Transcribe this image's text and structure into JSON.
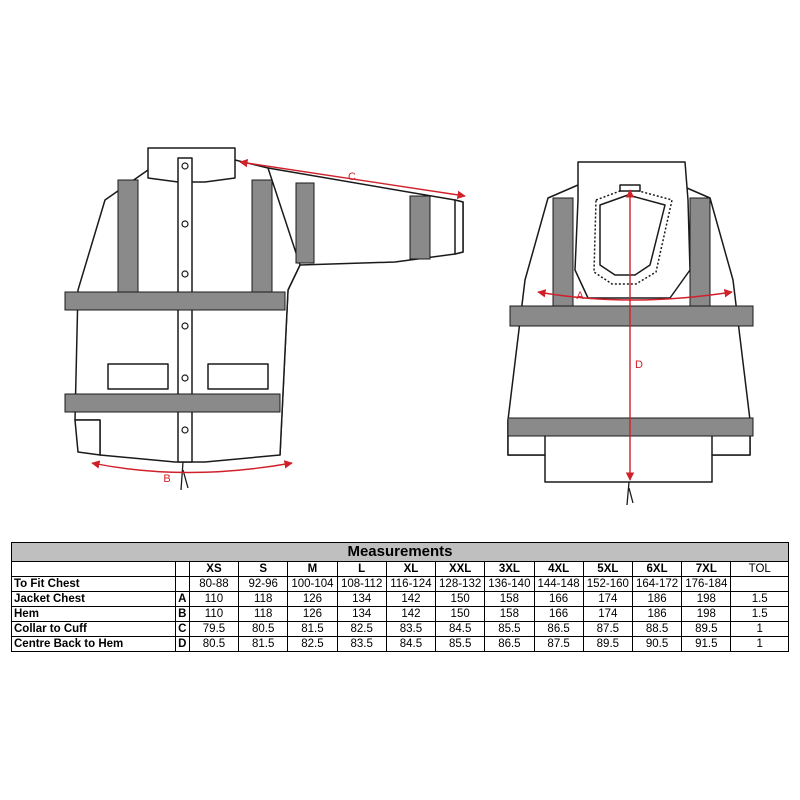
{
  "diagram": {
    "front_labels": {
      "collar_to_cuff": "C",
      "hem": "B"
    },
    "back_labels": {
      "jacket_chest": "A",
      "centre_back": "D"
    },
    "colors": {
      "outline": "#1a1a1a",
      "stripe": "#8a8a8a",
      "measure": "#d0202a"
    }
  },
  "table": {
    "title": "Measurements",
    "sizes": [
      "XS",
      "S",
      "M",
      "L",
      "XL",
      "XXL",
      "3XL",
      "4XL",
      "5XL",
      "6XL",
      "7XL"
    ],
    "tol_header": "TOL",
    "rows": [
      {
        "label": "To Fit Chest",
        "code": "",
        "values": [
          "80-88",
          "92-96",
          "100-104",
          "108-112",
          "116-124",
          "128-132",
          "136-140",
          "144-148",
          "152-160",
          "164-172",
          "176-184"
        ],
        "tol": ""
      },
      {
        "label": "Jacket Chest",
        "code": "A",
        "values": [
          "110",
          "118",
          "126",
          "134",
          "142",
          "150",
          "158",
          "166",
          "174",
          "186",
          "198"
        ],
        "tol": "1.5"
      },
      {
        "label": "Hem",
        "code": "B",
        "values": [
          "110",
          "118",
          "126",
          "134",
          "142",
          "150",
          "158",
          "166",
          "174",
          "186",
          "198"
        ],
        "tol": "1.5"
      },
      {
        "label": "Collar to Cuff",
        "code": "C",
        "values": [
          "79.5",
          "80.5",
          "81.5",
          "82.5",
          "83.5",
          "84.5",
          "85.5",
          "86.5",
          "87.5",
          "88.5",
          "89.5"
        ],
        "tol": "1"
      },
      {
        "label": "Centre Back to Hem",
        "code": "D",
        "values": [
          "80.5",
          "81.5",
          "82.5",
          "83.5",
          "84.5",
          "85.5",
          "86.5",
          "87.5",
          "89.5",
          "90.5",
          "91.5"
        ],
        "tol": "1"
      }
    ]
  }
}
